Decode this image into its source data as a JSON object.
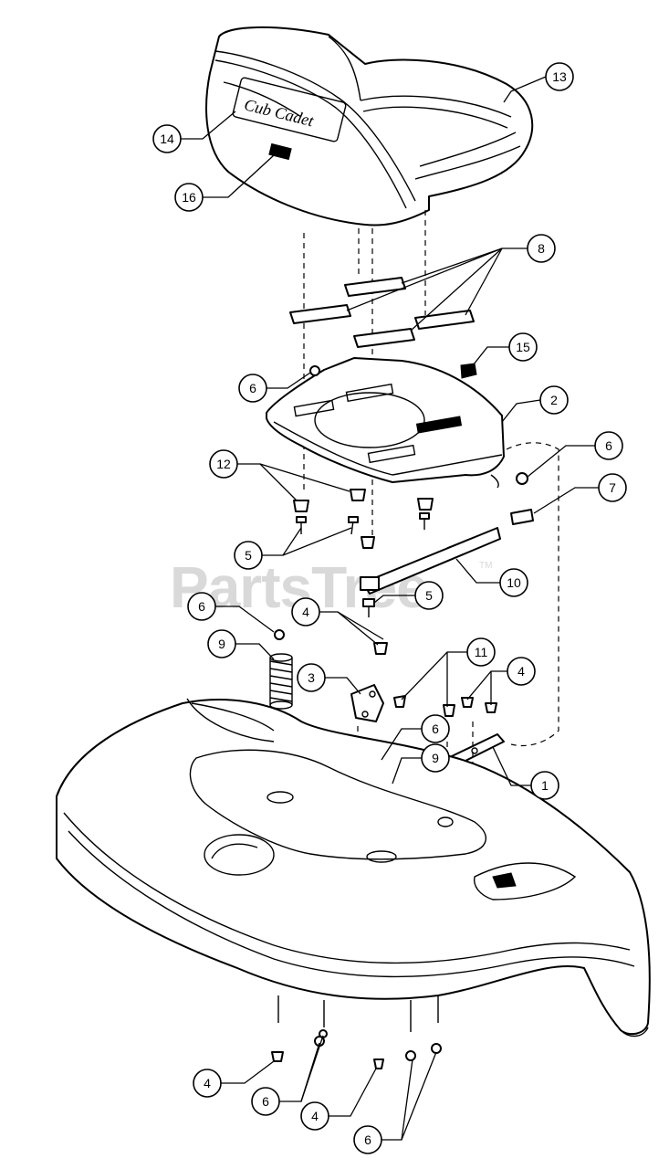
{
  "watermark": {
    "text": "PartsTree",
    "tm": "TM"
  },
  "seat_logo": "Cub Cadet",
  "callouts": [
    {
      "id": "c13",
      "label": "13"
    },
    {
      "id": "c14",
      "label": "14"
    },
    {
      "id": "c16",
      "label": "16"
    },
    {
      "id": "c8",
      "label": "8"
    },
    {
      "id": "c15",
      "label": "15"
    },
    {
      "id": "c6a",
      "label": "6"
    },
    {
      "id": "c2",
      "label": "2"
    },
    {
      "id": "c6b",
      "label": "6"
    },
    {
      "id": "c12",
      "label": "12"
    },
    {
      "id": "c7",
      "label": "7"
    },
    {
      "id": "c5a",
      "label": "5"
    },
    {
      "id": "c10",
      "label": "10"
    },
    {
      "id": "c5b",
      "label": "5"
    },
    {
      "id": "c6c",
      "label": "6"
    },
    {
      "id": "c4a",
      "label": "4"
    },
    {
      "id": "c9a",
      "label": "9"
    },
    {
      "id": "c11",
      "label": "11"
    },
    {
      "id": "c3",
      "label": "3"
    },
    {
      "id": "c4b",
      "label": "4"
    },
    {
      "id": "c6d",
      "label": "6"
    },
    {
      "id": "c9b",
      "label": "9"
    },
    {
      "id": "c1",
      "label": "1"
    },
    {
      "id": "c4c",
      "label": "4"
    },
    {
      "id": "c6e",
      "label": "6"
    },
    {
      "id": "c4d",
      "label": "4"
    },
    {
      "id": "c6f",
      "label": "6"
    }
  ]
}
